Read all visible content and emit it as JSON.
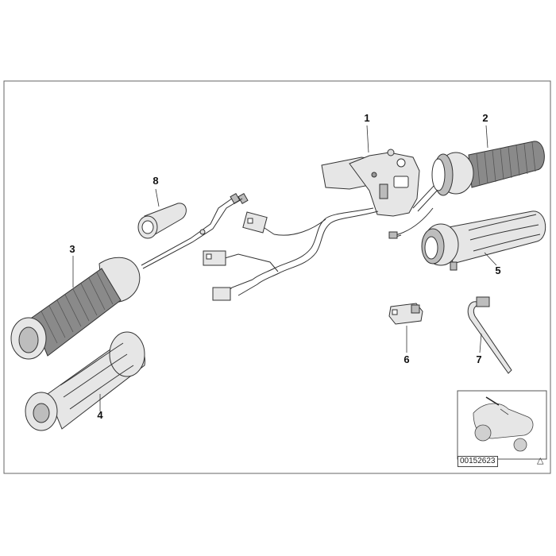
{
  "diagram": {
    "callouts": [
      {
        "id": "1",
        "label": "1"
      },
      {
        "id": "2",
        "label": "2"
      },
      {
        "id": "3",
        "label": "3"
      },
      {
        "id": "4",
        "label": "4"
      },
      {
        "id": "5",
        "label": "5"
      },
      {
        "id": "6",
        "label": "6"
      },
      {
        "id": "7",
        "label": "7"
      },
      {
        "id": "8",
        "label": "8"
      }
    ],
    "drawing_number": "00152623",
    "corner_mark": "△",
    "inset_label": ""
  },
  "colors": {
    "stroke": "#333333",
    "fill_light": "#e6e6e6",
    "fill_mid": "#bdbdbd",
    "fill_dark": "#8a8a8a"
  }
}
